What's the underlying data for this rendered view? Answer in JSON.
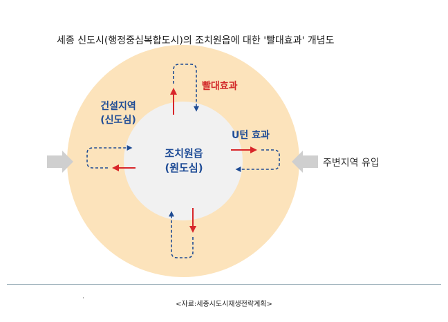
{
  "title": "세종 신도시(행정중심복합도시)의 조치원읍에 대한 '빨대효과' 개념도",
  "labels": {
    "construction_area_line1": "건설지역",
    "construction_area_line2": "(신도심)",
    "straw_effect": "빨대효과",
    "u_turn_effect": "U턴 효과",
    "center_line1": "조치원읍",
    "center_line2": "(원도심)",
    "surrounding_inflow": "주변지역 유입"
  },
  "source": "<자료:세종시도시재생전략계획>",
  "colors": {
    "ring": "#fce3bb",
    "inner": "#f1f1f1",
    "red_arrow": "#d8262a",
    "blue_arrow": "#1e4b93",
    "label_red": "#d22a2a",
    "label_blue": "#1f4c96",
    "gray_arrow": "#cfcfcf"
  }
}
